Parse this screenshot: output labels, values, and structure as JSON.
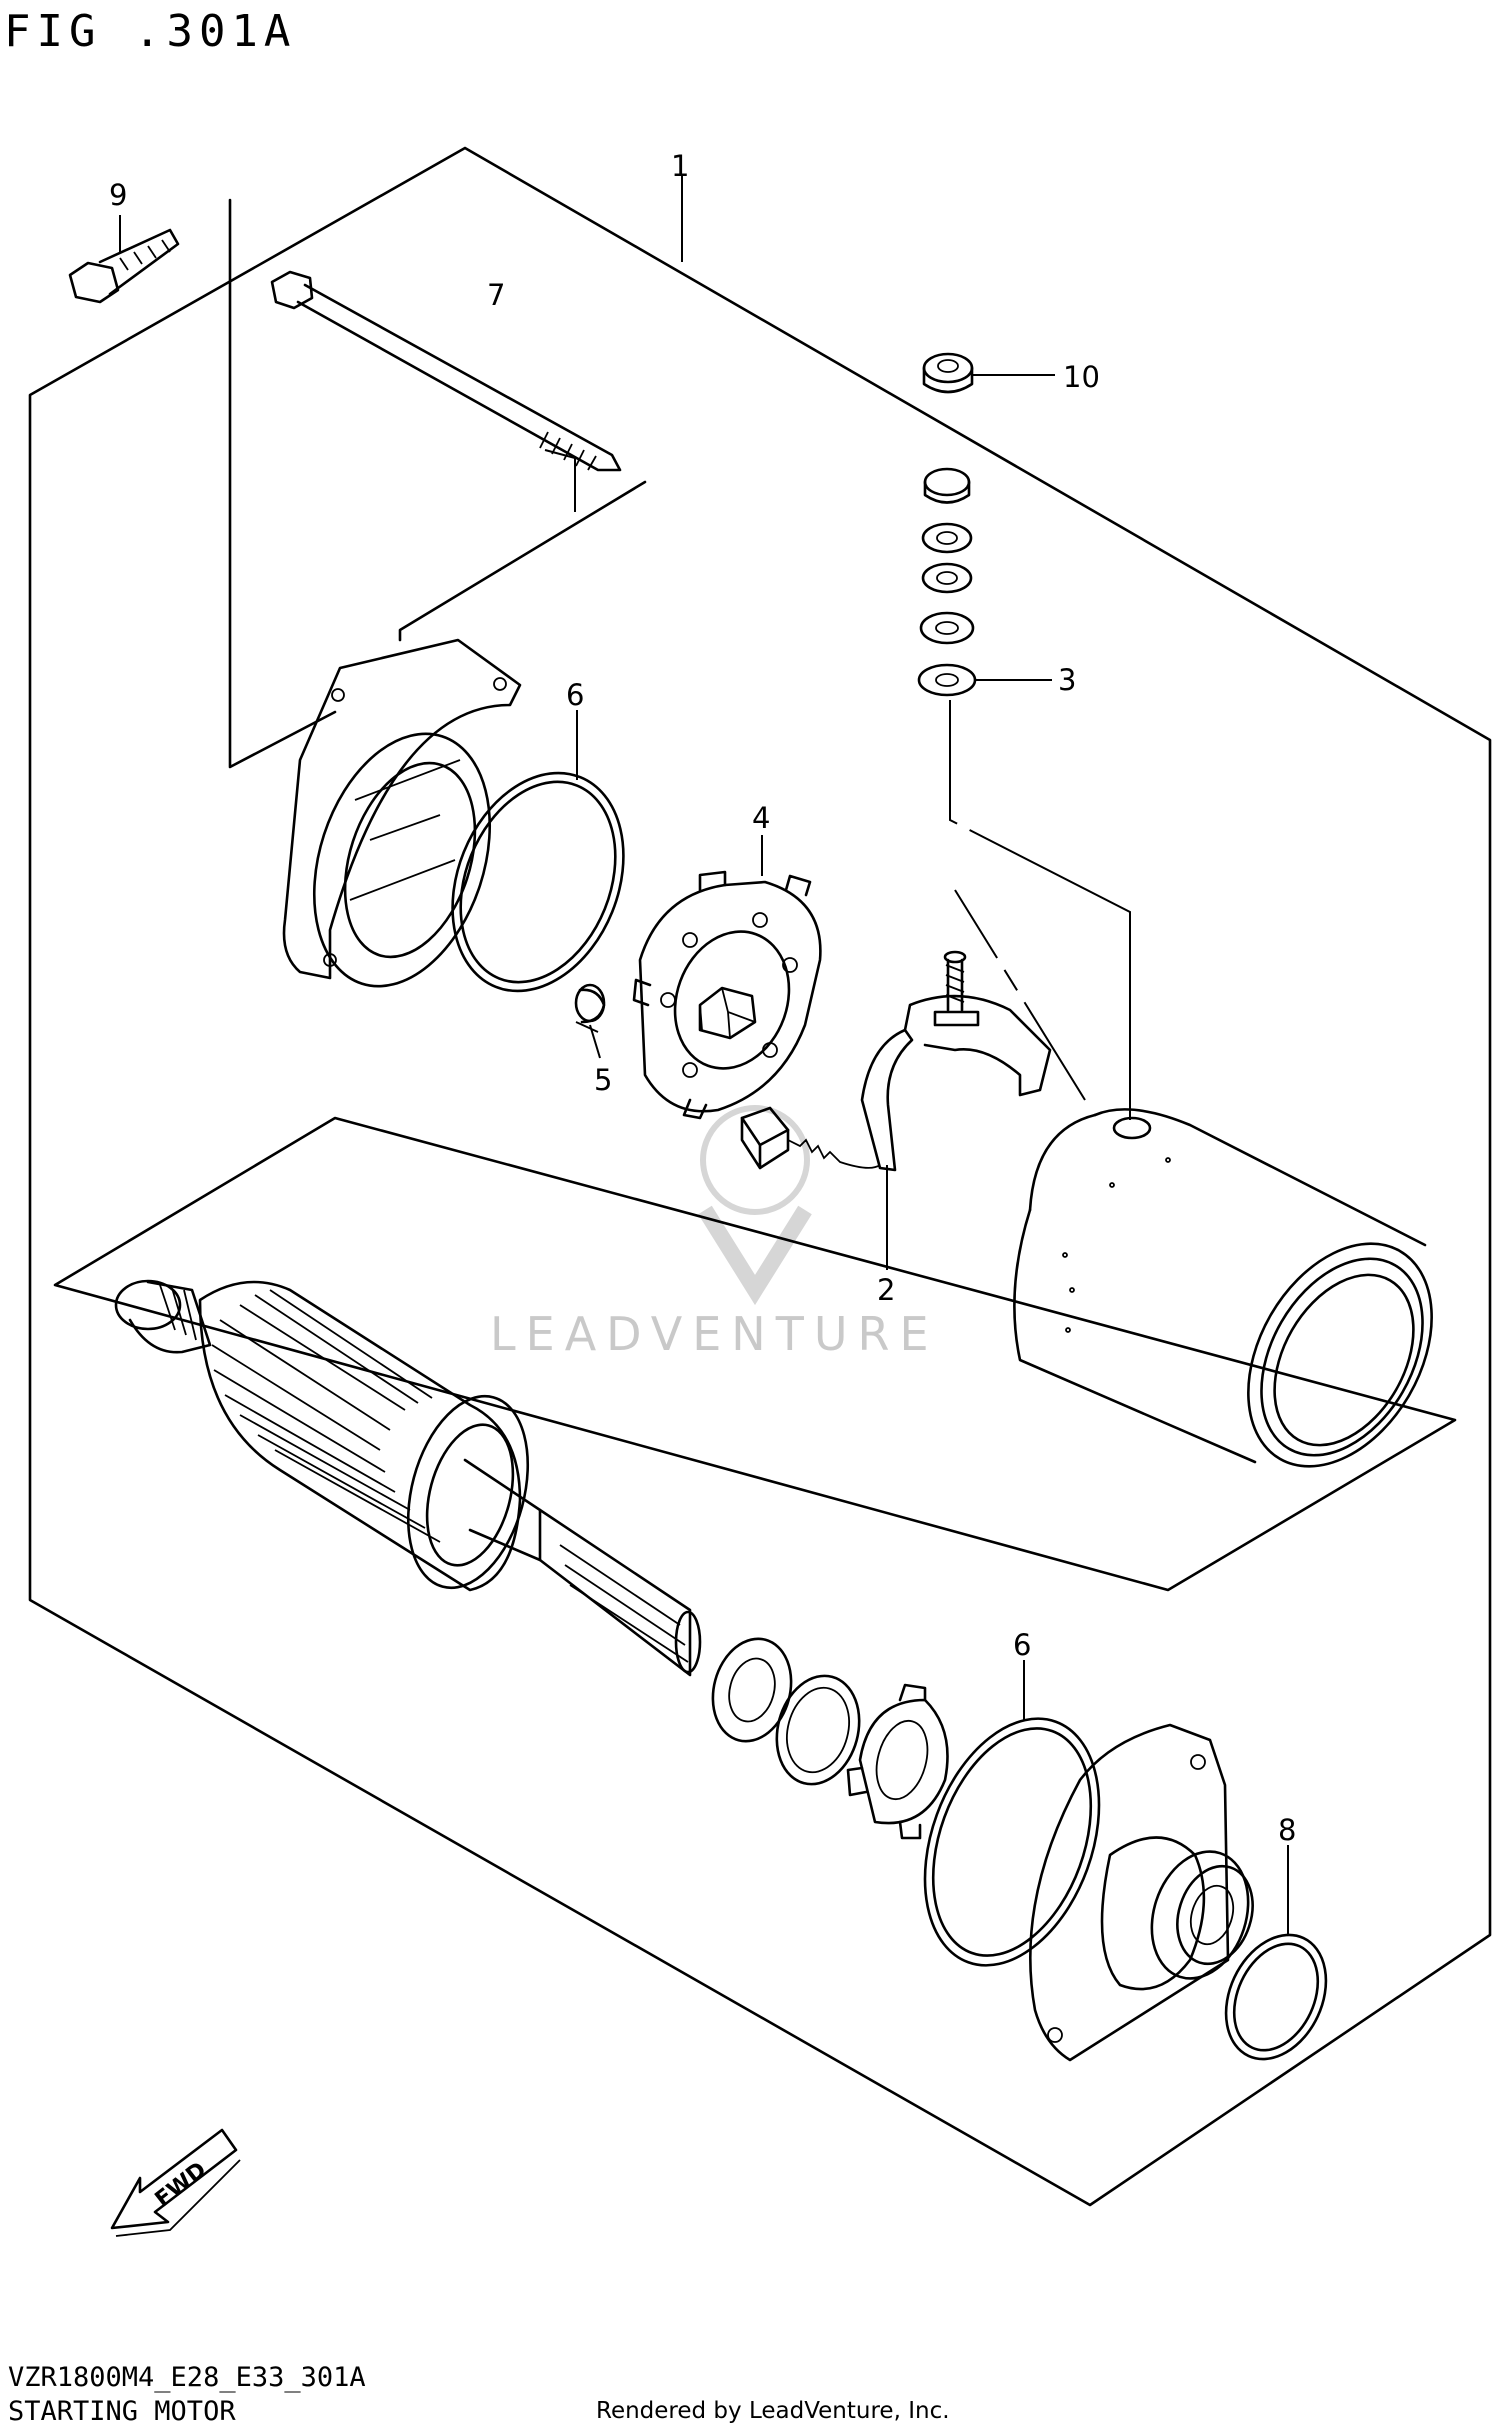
{
  "figure": {
    "title": "FIG .301A",
    "model_code": "VZR1800M4_E28_E33_301A",
    "assembly_name": "STARTING MOTOR",
    "render_credit": "Rendered by LeadVenture, Inc.",
    "watermark": "LEADVENTURE",
    "fwd_label": "FWD"
  },
  "callouts": {
    "c1": "1",
    "c2": "2",
    "c3": "3",
    "c4": "4",
    "c5": "5",
    "c6a": "6",
    "c6b": "6",
    "c7": "7",
    "c8": "8",
    "c9": "9",
    "c10": "10"
  }
}
